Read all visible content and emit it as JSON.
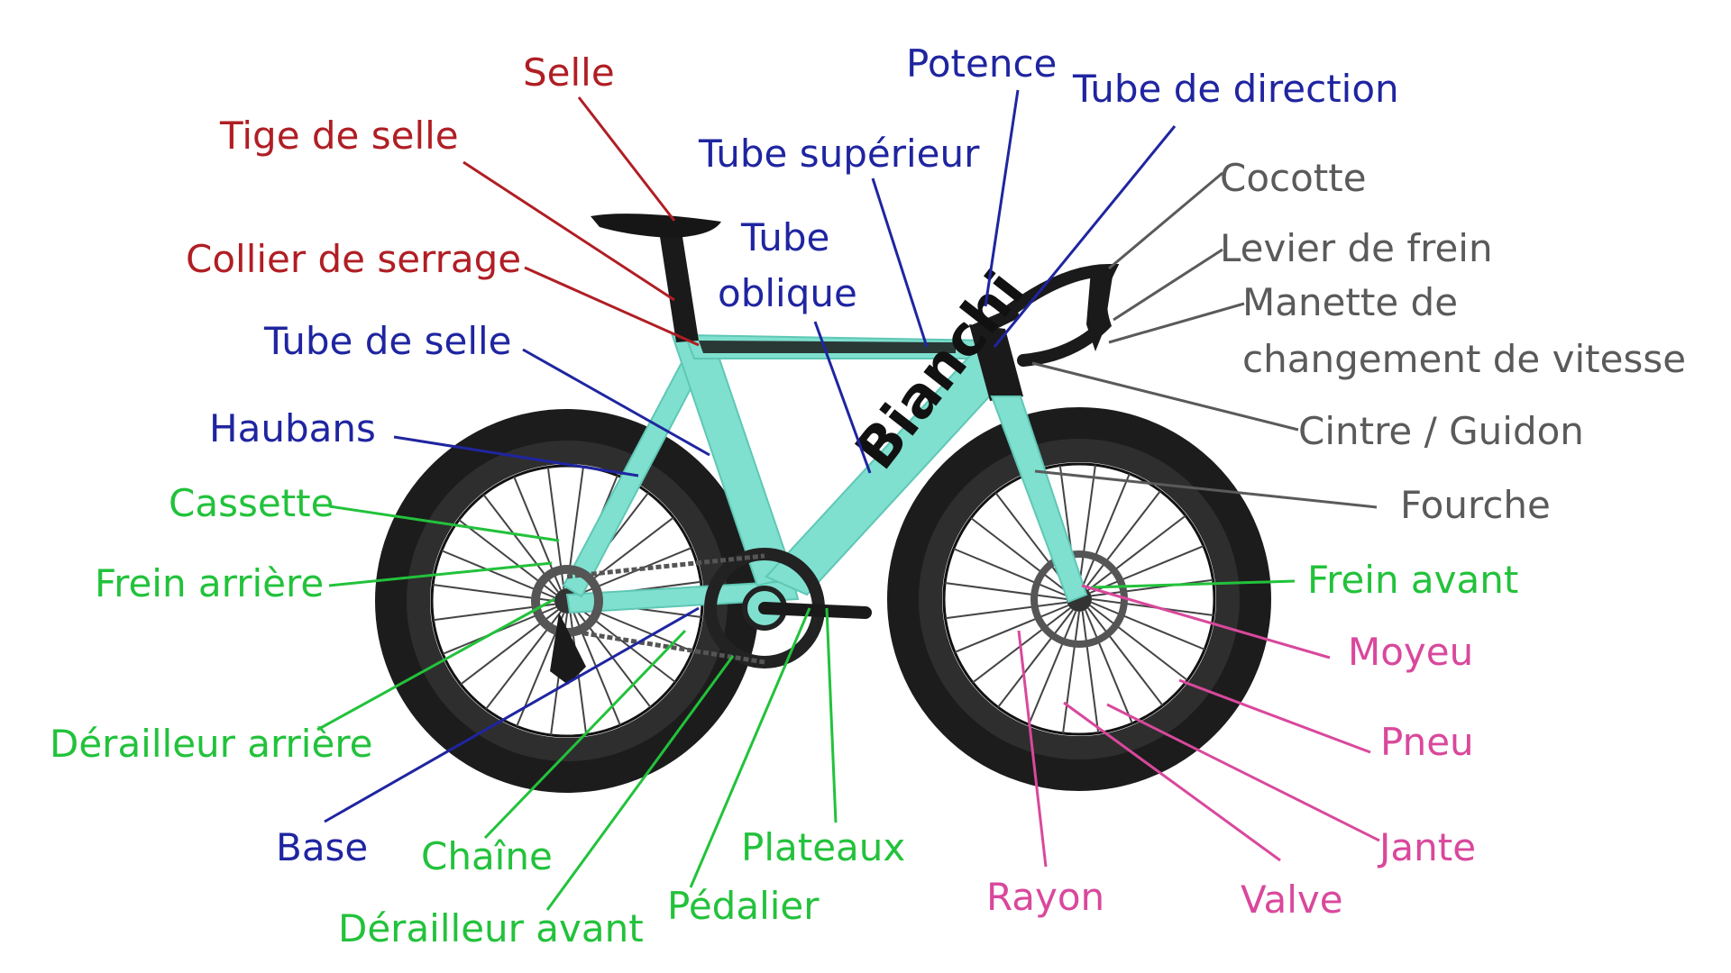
{
  "colors": {
    "red": "#b01e24",
    "blue": "#1f25a0",
    "gray": "#5a5a5a",
    "green": "#22c23b",
    "pink": "#d9489c",
    "frame": "#7fe0cf",
    "frame_dark": "#1a1a1a",
    "tire": "#1c1c1c"
  },
  "brand_logo": "Bianchi",
  "labels": {
    "selle": "Selle",
    "tige_de_selle": "Tige de selle",
    "collier_de_serrage": "Collier de serrage",
    "tube_de_selle": "Tube de selle",
    "haubans": "Haubans",
    "cassette": "Cassette",
    "frein_arriere": "Frein arrière",
    "derailleur_arriere": "Dérailleur arrière",
    "base": "Base",
    "chaine": "Chaîne",
    "derailleur_avant": "Dérailleur avant",
    "pedalier": "Pédalier",
    "plateaux": "Plateaux",
    "potence": "Potence",
    "tube_de_direction": "Tube de direction",
    "tube_superieur": "Tube supérieur",
    "tube_oblique_1": "Tube",
    "tube_oblique_2": "oblique",
    "cocotte": "Cocotte",
    "levier_de_frein": "Levier de frein",
    "manette_1": "Manette de",
    "manette_2": "changement de vitesse",
    "cintre_guidon": "Cintre / Guidon",
    "fourche": "Fourche",
    "frein_avant": "Frein avant",
    "moyeu": "Moyeu",
    "pneu": "Pneu",
    "jante": "Jante",
    "rayon": "Rayon",
    "valve": "Valve"
  }
}
